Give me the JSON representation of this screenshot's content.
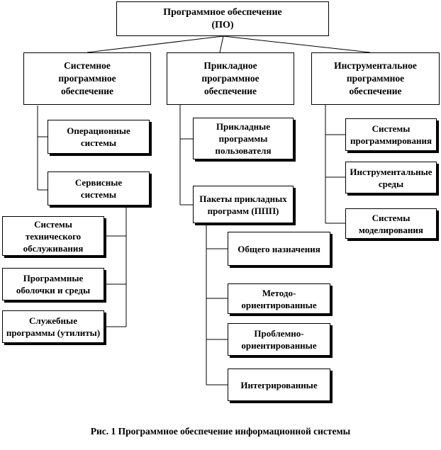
{
  "root": "Программное обеспечение\n(ПО)",
  "categories": {
    "system": "Системное\nпрограммное\nобеспечение",
    "applied": "Прикладное\nпрограммное\nобеспечение",
    "instrumental": "Инструментальное\nпрограммное\nобеспечение"
  },
  "system_items": {
    "os": "Операционные\nсистемы",
    "service": "Сервисные\nсистемы",
    "maintenance": "Системы\nтехнического\nобслуживания",
    "shells": "Программные\nоболочки и среды",
    "utilities": "Служебные\nпрограммы (утилиты)"
  },
  "applied_items": {
    "user_programs": "Прикладные\nпрограммы\nпользователя",
    "packages": "Пакеты прикладных\nпрограмм (ППП)",
    "general": "Общего назначения",
    "method": "Методо-\nориентированные",
    "problem": "Проблемно-\nориентированные",
    "integrated": "Интегрированные"
  },
  "instrumental_items": {
    "programming": "Системы\nпрограммирования",
    "environments": "Инструментальные\nсреды",
    "modeling": "Системы\nмоделирования"
  },
  "caption": "Рис. 1 Программное обеспечение информационной системы"
}
